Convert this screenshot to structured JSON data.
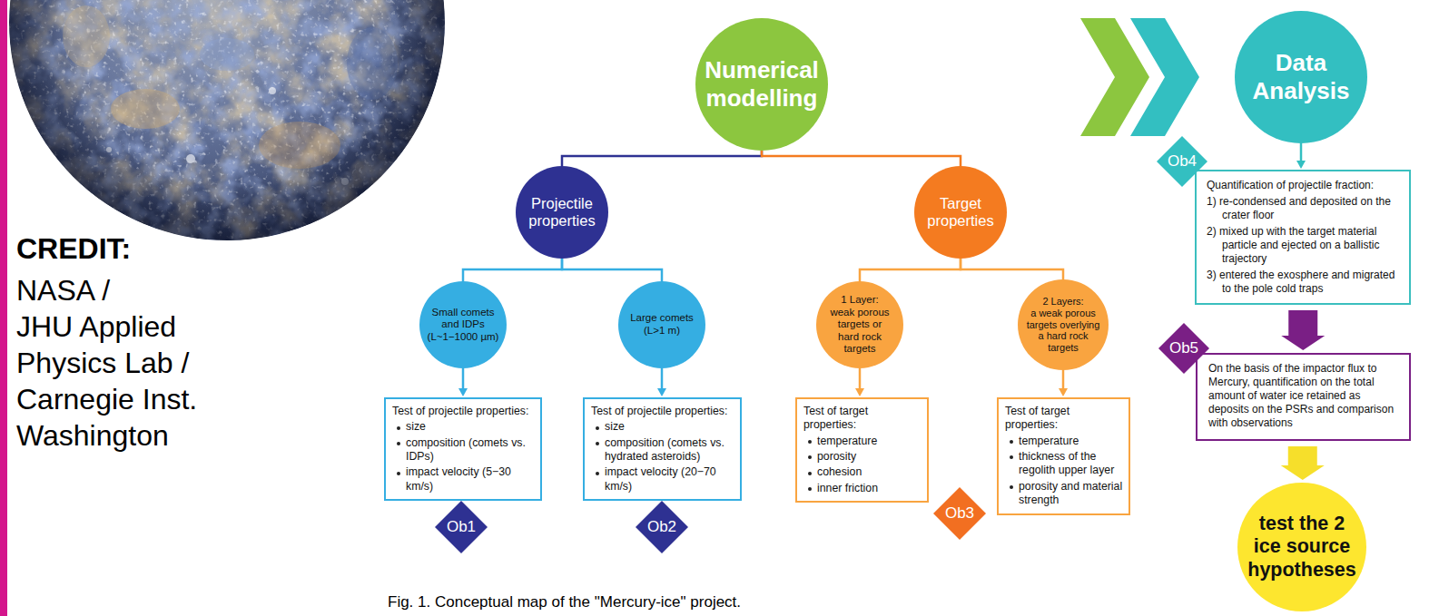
{
  "diagram": {
    "caption": "Fig. 1. Conceptual map of the \"Mercury-ice\" project.",
    "nodes": [
      {
        "text": [
          "Numerical modelling"
        ]
      },
      {
        "text": [
          "Projectile properties"
        ]
      },
      {
        "text": [
          "Target properties"
        ]
      },
      {
        "text": [
          "Small comets and IDPs (L~1−1000 µm)"
        ]
      },
      {
        "text": [
          "Large comets (L>1 m)"
        ]
      },
      {
        "text": [
          "1 Layer:",
          "weak porous targets or hard rock targets"
        ]
      },
      {
        "text": [
          "2 Layers:",
          "a weak porous targets overlying a hard rock targets"
        ]
      },
      {
        "text": [
          "Test of projectile properties:",
          "size",
          "composition (comets vs. IDPs)",
          "impact velocity (5−30 km/s)"
        ]
      },
      {
        "text": [
          "Test of projectile properties:",
          "size",
          "composition (comets vs. hydrated asteroids)",
          "impact velocity (20−70 km/s)"
        ]
      },
      {
        "text": [
          "Test of target properties:",
          "temperature",
          "porosity",
          "cohesion",
          "inner friction"
        ]
      },
      {
        "text": [
          "Test of target properties:",
          "temperature",
          "thickness of the regolith upper layer",
          "porosity and material strength"
        ]
      },
      {
        "text": [
          "Ob1"
        ]
      },
      {
        "text": [
          "Ob2"
        ]
      },
      {
        "text": [
          "Ob3"
        ]
      },
      {
        "text": [
          "Data Analysis"
        ]
      },
      {
        "text": [
          "Ob4"
        ]
      },
      {
        "text": [
          "Quantification of projectile fraction:",
          "1) re-condensed and deposited on the crater floor",
          "2) mixed up with the target material particle and ejected on a ballistic trajectory",
          "3) entered the exosphere and migrated to the pole cold traps"
        ]
      },
      {
        "text": [
          "Ob5"
        ]
      },
      {
        "text": [
          "On the basis of the impactor flux to Mercury, quantification on the total amount of water ice retained as deposits on the PSRs and comparison with observations"
        ]
      },
      {
        "text": [
          "test the 2 ice source hypotheses"
        ]
      }
    ],
    "edges": [
      {
        "from": 0,
        "to": 1,
        "arrow": "none"
      },
      {
        "from": 0,
        "to": 2,
        "arrow": "none"
      },
      {
        "from": 1,
        "to": 3,
        "arrow": "none"
      },
      {
        "from": 1,
        "to": 4,
        "arrow": "none"
      },
      {
        "from": 2,
        "to": 5,
        "arrow": "none"
      },
      {
        "from": 2,
        "to": 6,
        "arrow": "none"
      },
      {
        "from": 3,
        "to": 7,
        "arrow": "to"
      },
      {
        "from": 4,
        "to": 8,
        "arrow": "to"
      },
      {
        "from": 5,
        "to": 9,
        "arrow": "to"
      },
      {
        "from": 6,
        "to": 10,
        "arrow": "to"
      },
      {
        "from": 14,
        "to": 16,
        "arrow": "to"
      },
      {
        "from": 16,
        "to": 18,
        "arrow": "to"
      },
      {
        "from": 18,
        "to": 19,
        "arrow": "to"
      }
    ],
    "labels": [
      "CREDIT:",
      "NASA /",
      "JHU Applied",
      "Physics Lab /",
      "Carnegie Inst.",
      "Washington"
    ]
  }
}
